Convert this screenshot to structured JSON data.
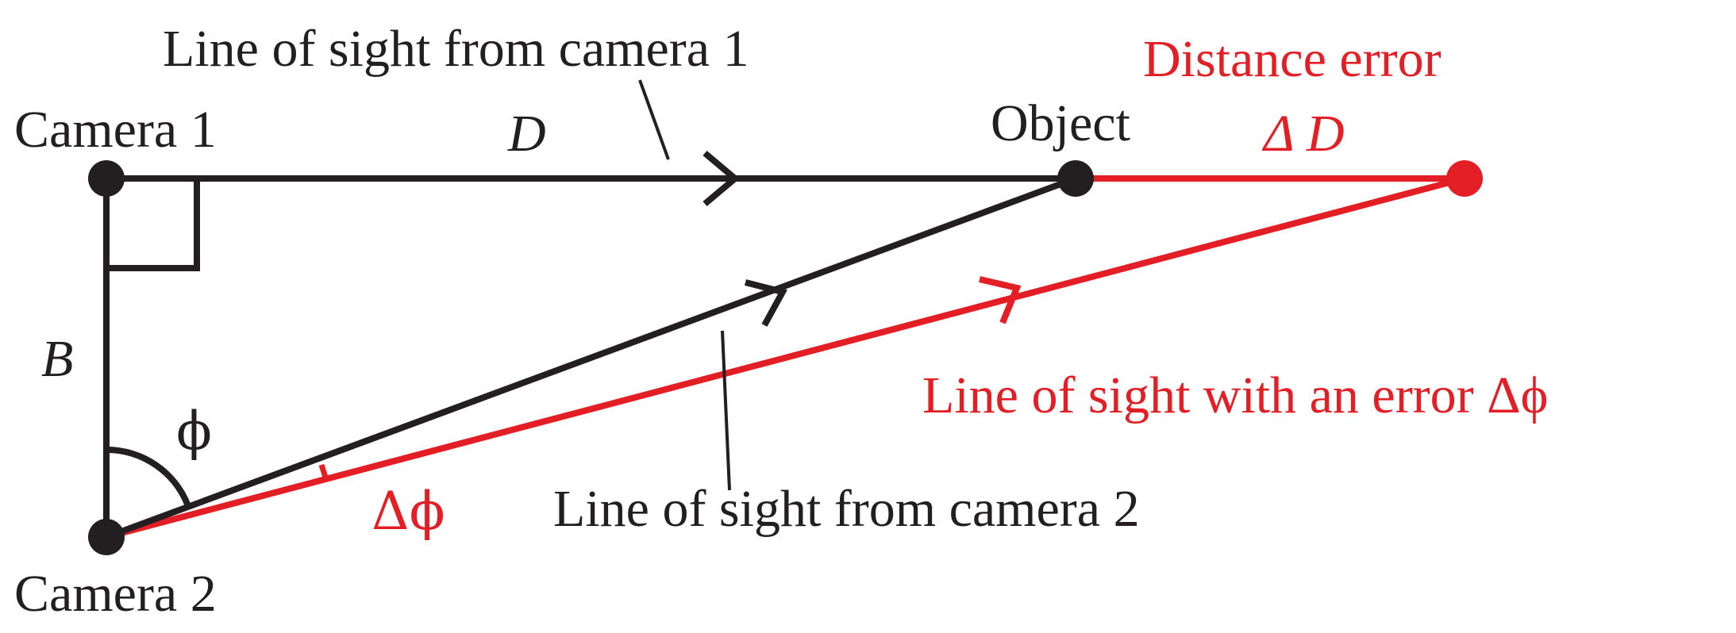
{
  "colors": {
    "line": "#231f20",
    "error": "#e31e24"
  },
  "labels": {
    "camera1": "Camera 1",
    "camera2": "Camera 2",
    "object": "Object",
    "distance": "D",
    "baseline": "B",
    "angle": "ϕ",
    "los_camera1": "Line of sight from camera 1",
    "los_camera2": "Line of sight from camera 2",
    "distance_error": "Distance error",
    "delta_d": "Δ D",
    "los_error": "Line of sight with an error Δϕ",
    "delta_phi": "Δϕ"
  }
}
